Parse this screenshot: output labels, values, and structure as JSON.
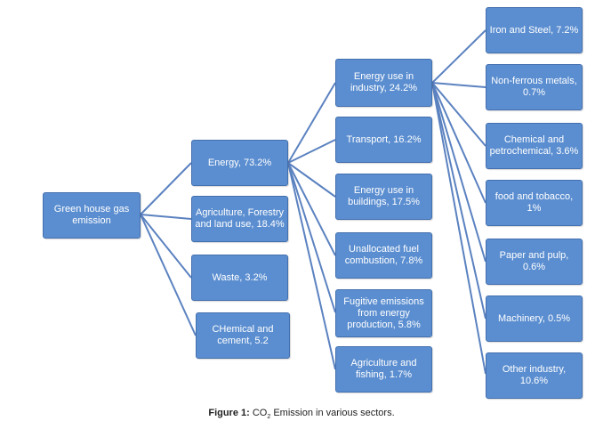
{
  "colors": {
    "box_fill": "#5b8ed0",
    "box_border": "#436fae",
    "connector": "#5b82c0",
    "text": "#ffffff"
  },
  "nodes": {
    "root": "Green house gas\nemission",
    "energy": "Energy, 73.2%",
    "agriculture_forestry": "Agriculture, Forestry\nand land use, 18.4%",
    "waste": "Waste, 3.2%",
    "chemical_cement": "CHemical and\ncement, 5.2",
    "energy_industry": "Energy use in\nindustry, 24.2%",
    "transport": "Transport, 16.2%",
    "energy_buildings": "Energy use in\nbuildings,  17.5%",
    "unallocated_fuel": "Unallocated fuel\ncombustion, 7.8%",
    "fugitive": "Fugitive emissions\nfrom energy\nproduction, 5.8%",
    "agriculture_fishing": "Agriculture and\nfishing, 1.7%",
    "iron_steel": "Iron and Steel, 7.2%",
    "non_ferrous": "Non-ferrous metals,\n0.7%",
    "chemical_petro": "Chemical and\npetrochemical, 3.6%",
    "food_tobacco": "food and tobacco,\n1%",
    "paper_pulp": "Paper and pulp, 0.6%",
    "machinery": "Machinery, 0.5%",
    "other_industry": "Other industry,\n10.6%"
  },
  "caption": {
    "label": "Figure 1:",
    "text_before": " CO",
    "subscript": "2",
    "text_after": " Emission in various sectors."
  }
}
